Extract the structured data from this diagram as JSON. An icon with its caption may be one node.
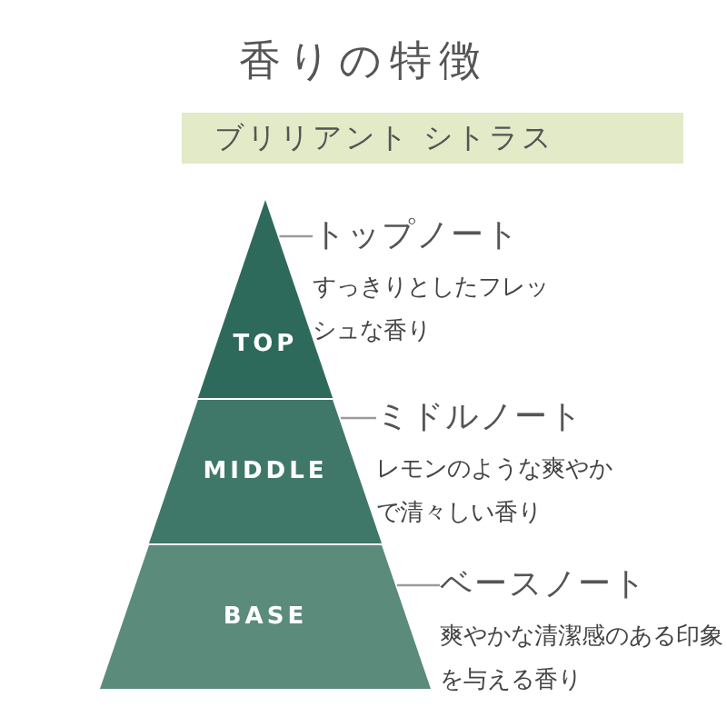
{
  "diagram": {
    "title": "香りの特徴",
    "nodes": [
      {
        "text": [
          "ブリリアント シトラス"
        ]
      },
      {
        "text": [
          "TOP"
        ]
      },
      {
        "text": [
          "トップノート",
          "すっきりとしたフレッシュな香り"
        ]
      },
      {
        "text": [
          "MIDDLE"
        ]
      },
      {
        "text": [
          "ミドルノート",
          "レモンのような爽やかで清々しい香り"
        ]
      },
      {
        "text": [
          "BASE"
        ]
      },
      {
        "text": [
          "ベースノート",
          "爽やかな清潔感のある印象を与える香り"
        ]
      }
    ],
    "edges": [
      {
        "from": 2,
        "to": 1,
        "arrow": "none"
      },
      {
        "from": 4,
        "to": 3,
        "arrow": "none"
      },
      {
        "from": 6,
        "to": 5,
        "arrow": "none"
      }
    ]
  }
}
